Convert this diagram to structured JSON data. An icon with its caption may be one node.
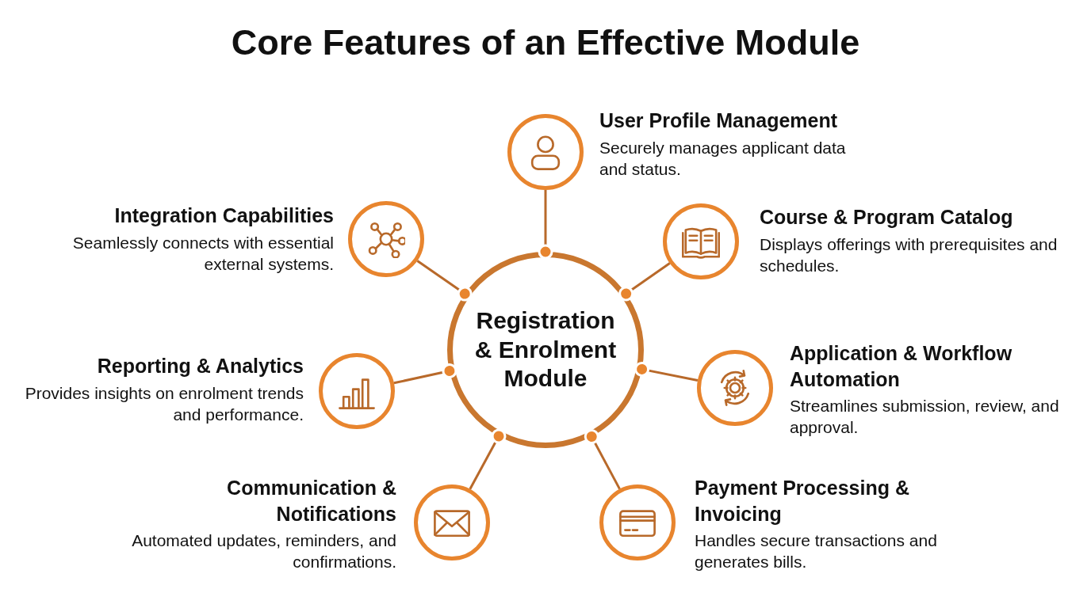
{
  "diagram": {
    "title": "Core Features of an Effective Module",
    "nodes": [
      {
        "text": [
          "User Profile Management",
          "Securely manages applicant data and status."
        ]
      },
      {
        "text": [
          "Integration Capabilities",
          "Seamlessly connects with essential external systems."
        ]
      },
      {
        "text": [
          "Course & Program Catalog",
          "Displays offerings with prerequisites and schedules."
        ]
      },
      {
        "text": [
          "Registration & Enrolment Module"
        ]
      },
      {
        "text": [
          "Application & Workflow Automation",
          "Streamlines submission, review, and approval."
        ]
      },
      {
        "text": [
          "Reporting & Analytics",
          "Provides insights on enrolment trends and performance."
        ]
      },
      {
        "text": [
          "Communication & Notifications",
          "Automated updates, reminders, and confirmations."
        ]
      },
      {
        "text": [
          "Payment Processing & Invoicing",
          "Handles secure transactions and generates bills."
        ]
      }
    ],
    "edges": [
      {
        "from": 0,
        "to": 3,
        "arrow": "other"
      },
      {
        "from": 1,
        "to": 3,
        "arrow": "other"
      },
      {
        "from": 2,
        "to": 3,
        "arrow": "other"
      },
      {
        "from": 4,
        "to": 3,
        "arrow": "other"
      },
      {
        "from": 5,
        "to": 3,
        "arrow": "other"
      },
      {
        "from": 6,
        "to": 3,
        "arrow": "other"
      },
      {
        "from": 7,
        "to": 3,
        "arrow": "other"
      }
    ]
  }
}
